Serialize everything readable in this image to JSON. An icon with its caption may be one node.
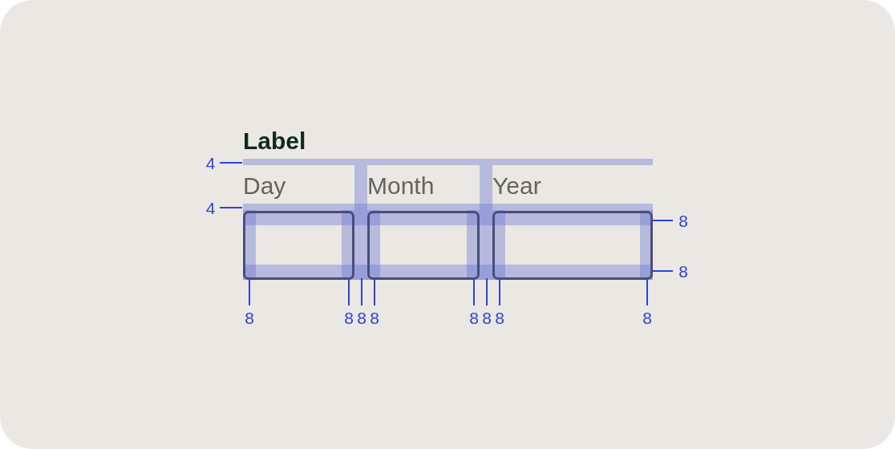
{
  "diagram": {
    "nodes": [
      {
        "text": [
          "Day"
        ]
      },
      {
        "text": [
          "Month"
        ]
      },
      {
        "text": [
          "Year"
        ]
      }
    ],
    "labels": [
      "Label",
      "4",
      "4",
      "8",
      "8",
      "8",
      "8",
      "8",
      "8",
      "8",
      "8",
      "8",
      "8"
    ]
  }
}
